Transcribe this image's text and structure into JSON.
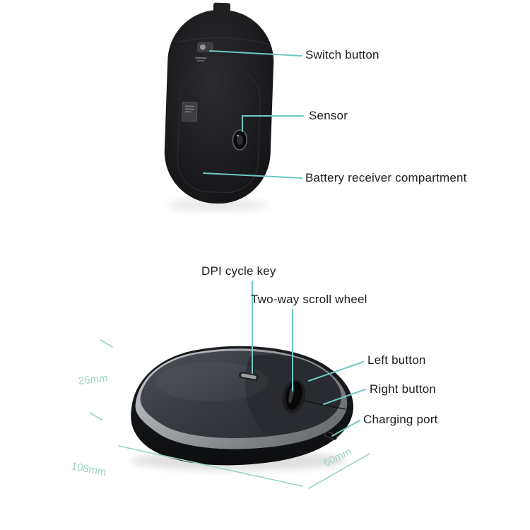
{
  "colors": {
    "callout": "#6fc8c3",
    "dimension": "#9cd4c1",
    "label": "#1b1b1b"
  },
  "top_view": {
    "labels": {
      "switch": "Switch button",
      "sensor": "Sensor",
      "battery": "Battery receiver compartment"
    }
  },
  "bottom_view": {
    "labels": {
      "dpi": "DPI cycle key",
      "scroll": "Two-way scroll wheel",
      "left": "Left button",
      "right": "Right button",
      "charging": "Charging port"
    },
    "dimensions": {
      "height": "26mm",
      "length": "108mm",
      "width": "60mm"
    }
  }
}
